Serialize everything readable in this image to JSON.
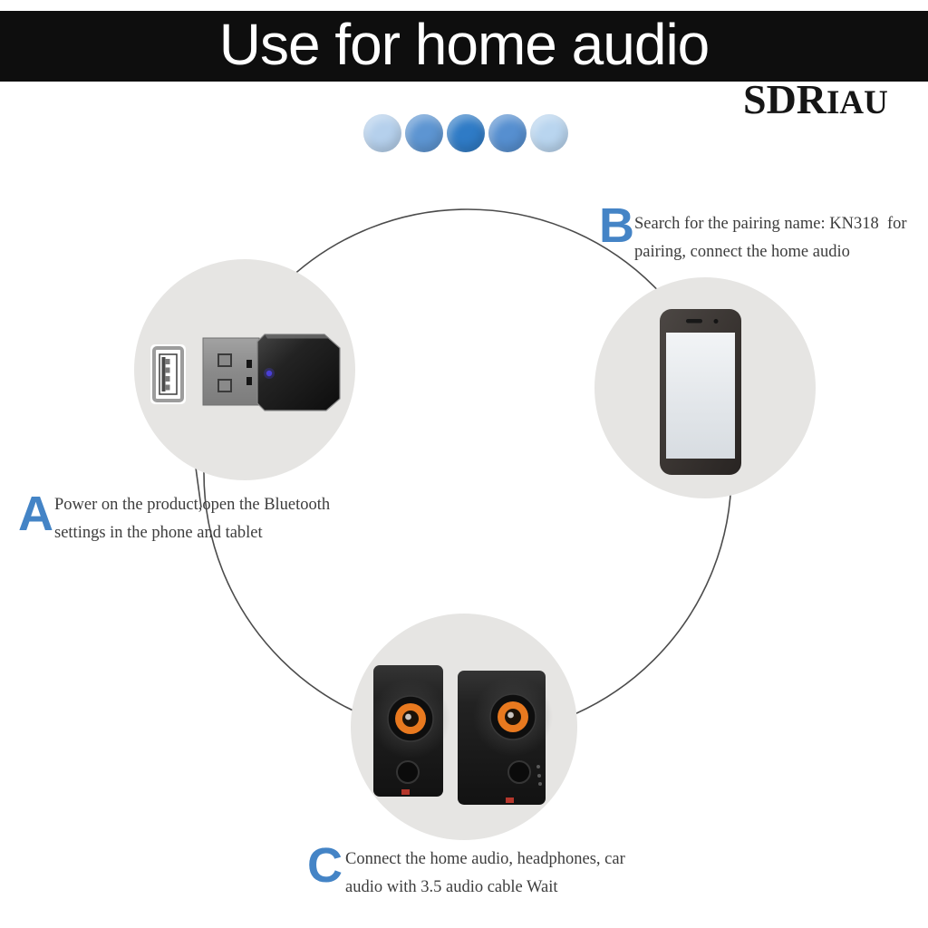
{
  "banner": {
    "title": "Use for home audio"
  },
  "brand": {
    "prefix": "SDR",
    "suffix": "IAU"
  },
  "dots": {
    "colors": [
      "#b5d0ec",
      "#5d95d2",
      "#2f7bc6",
      "#568fd0",
      "#b9d5ef"
    ]
  },
  "steps": [
    {
      "label": "A",
      "lines": [
        "Power on the product,open the Bluetooth",
        "settings in the phone and tablet"
      ]
    },
    {
      "label": "B",
      "lines": [
        "Search for the pairing name: KN318  for",
        "pairing, connect the home audio"
      ]
    },
    {
      "label": "C",
      "lines": [
        "Connect the home audio, headphones, car",
        "audio with 3.5 audio cable Wait"
      ]
    }
  ],
  "illustrations": {
    "adapter": "usb-bluetooth-adapter",
    "phone": "smartphone",
    "speakers": "stereo-speakers"
  },
  "colors": {
    "banner_bg": "#0e0e0e",
    "banner_text": "#ffffff",
    "step_letter": "#4484c6",
    "body_text": "#3d3d3d",
    "circle_fill": "#e6e5e3",
    "diagram_stroke": "#4b4b4b",
    "speaker_accent": "#e8791f",
    "adapter_led": "#4a3fd6"
  }
}
